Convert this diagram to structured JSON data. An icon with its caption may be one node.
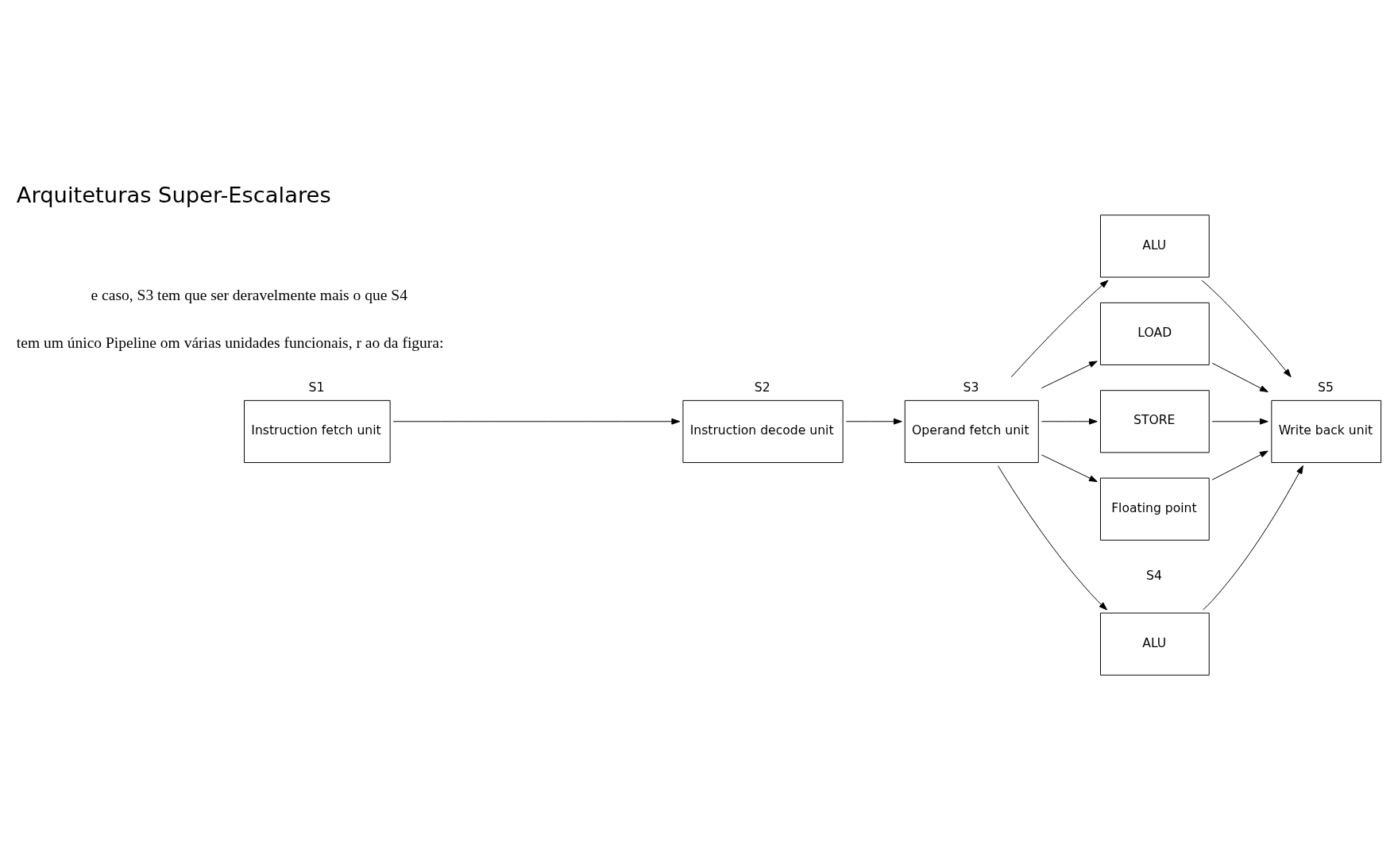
{
  "diagram": {
    "title": "Arquiteturas Super-Escalares",
    "nodes": [
      {
        "text": [
          "Instruction fetch unit"
        ],
        "beside": [
          "S1"
        ]
      },
      {
        "text": [
          "Instruction decode unit"
        ],
        "beside": [
          "S2"
        ]
      },
      {
        "text": [
          "Operand fetch unit"
        ],
        "beside": [
          "S3"
        ]
      },
      {
        "text": [
          "ALU"
        ]
      },
      {
        "text": [
          "ALU"
        ]
      },
      {
        "text": [
          "LOAD"
        ]
      },
      {
        "text": [
          "STORE"
        ]
      },
      {
        "text": [
          "Floating point"
        ]
      },
      {
        "text": [
          "Write back unit"
        ],
        "beside": [
          "S5"
        ]
      }
    ],
    "edges": [
      {
        "from": 0,
        "to": 1,
        "arrow": "to"
      },
      {
        "from": 1,
        "to": 2,
        "arrow": "to"
      },
      {
        "from": 2,
        "to": 3,
        "arrow": "to"
      },
      {
        "from": 2,
        "to": 4,
        "arrow": "to"
      },
      {
        "from": 2,
        "to": 5,
        "arrow": "to"
      },
      {
        "from": 2,
        "to": 6,
        "arrow": "to"
      },
      {
        "from": 2,
        "to": 7,
        "arrow": "to"
      },
      {
        "from": 3,
        "to": 8,
        "arrow": "to"
      },
      {
        "from": 4,
        "to": 8,
        "arrow": "to"
      },
      {
        "from": 5,
        "to": 8,
        "arrow": "to"
      },
      {
        "from": 6,
        "to": 8,
        "arrow": "to"
      },
      {
        "from": 7,
        "to": 8,
        "arrow": "to"
      }
    ],
    "labels": [
      "S4",
      "tem um único Pipeline om várias unidades funcionais, r ao da figura:",
      "e caso, S3 tem que ser deravelmente mais o que S4"
    ]
  }
}
